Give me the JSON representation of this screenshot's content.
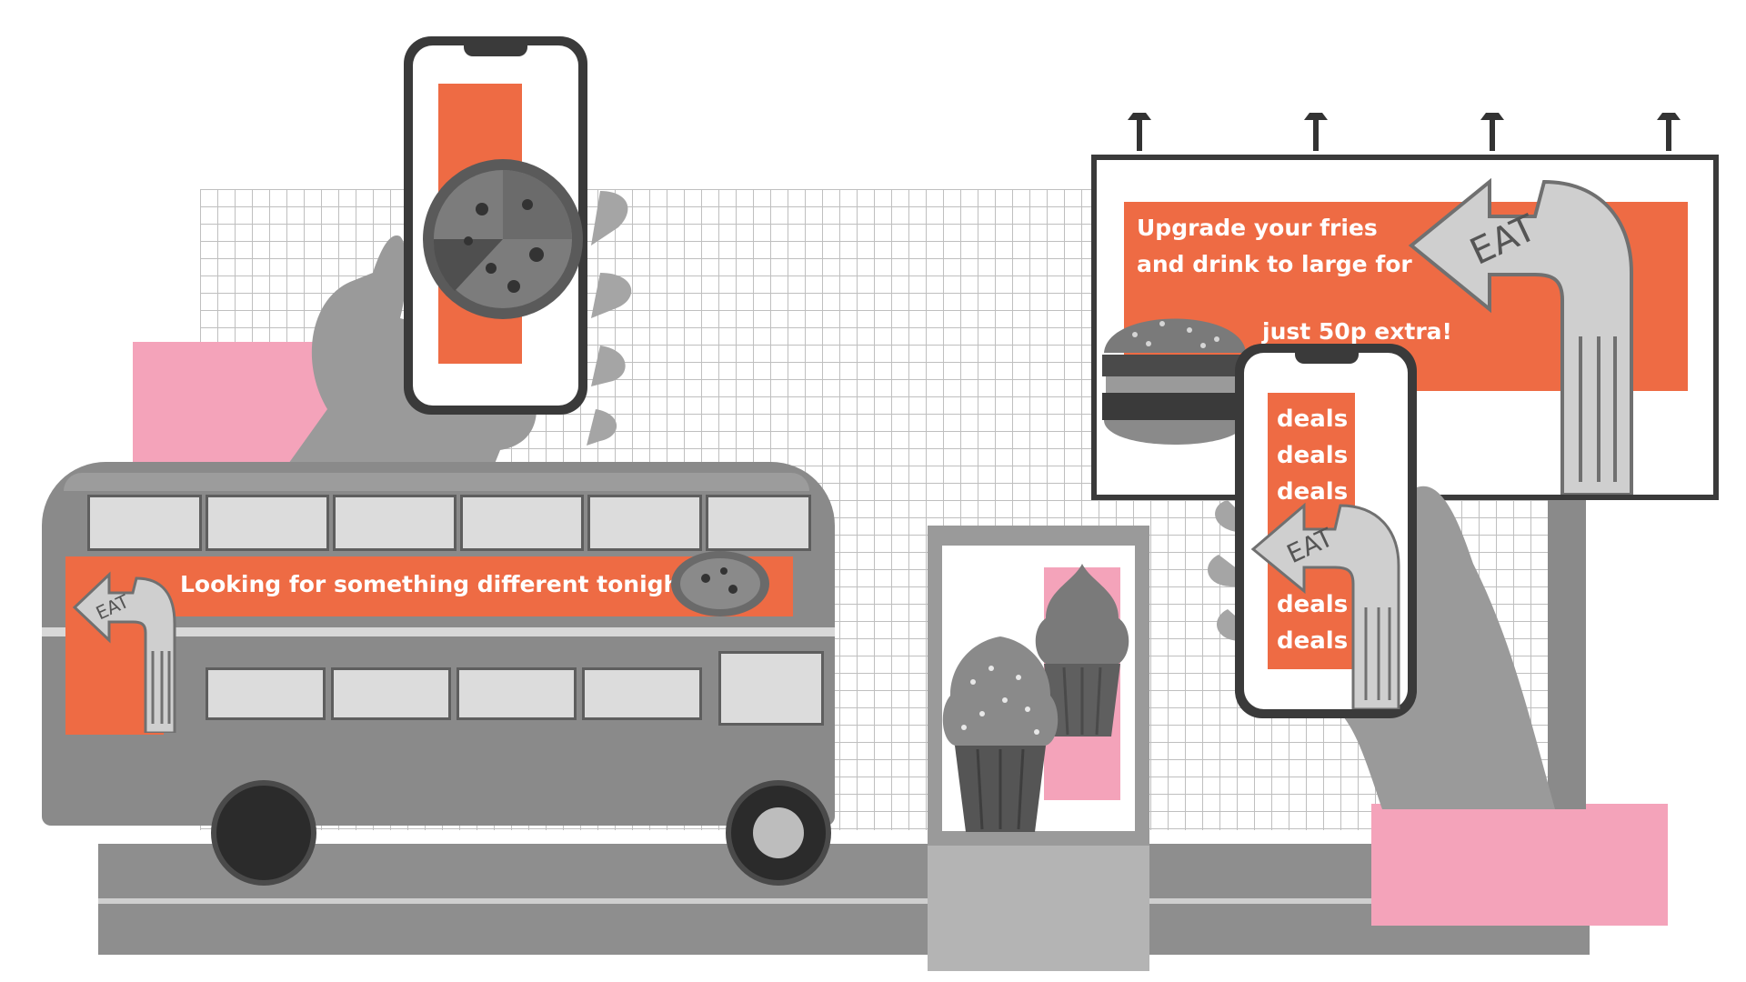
{
  "colors": {
    "accent": "#ee6b44",
    "pink": "#f4a3ba",
    "road": "#8f8f8f",
    "bus": "#8a8a8a",
    "grid_line": "#bfbfbf"
  },
  "bus_ad": {
    "headline": "Looking for something different tonight?",
    "sign_text": "EAT"
  },
  "billboard_ad": {
    "line1": "Upgrade your fries",
    "line2": "and drink to large for",
    "line3": "just 50p extra!",
    "sign_text": "EAT"
  },
  "phone_right": {
    "deals": [
      "deals",
      "deals",
      "deals",
      "deals",
      "deals"
    ],
    "sign_text": "EAT"
  },
  "icons": {
    "sign": "eat-arrow-sign-icon",
    "pizza": "pizza-icon",
    "burger": "burger-icon",
    "cupcake": "cupcake-icon"
  }
}
